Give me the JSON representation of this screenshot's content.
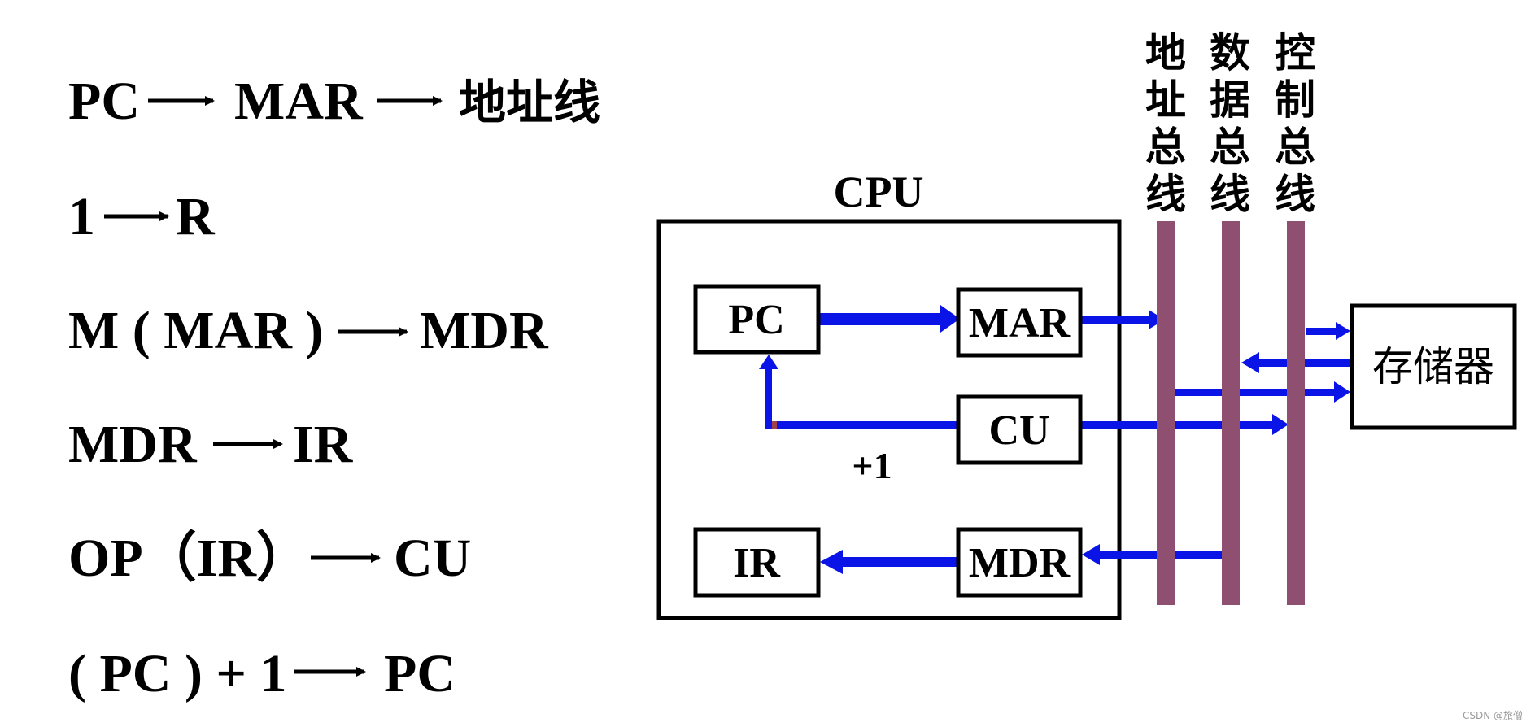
{
  "steps": {
    "s1": {
      "a": "PC",
      "b": "MAR",
      "c": "地址线"
    },
    "s2": {
      "a": "1",
      "b": "R"
    },
    "s3": {
      "a": "M ( MAR )",
      "b": "MDR"
    },
    "s4": {
      "a": "MDR",
      "b": "IR"
    },
    "s5": {
      "a": "OP（IR）",
      "b": "CU"
    },
    "s6": {
      "a": "( PC ) + 1",
      "b": "PC"
    }
  },
  "cpu": {
    "title": "CPU",
    "pc": "PC",
    "mar": "MAR",
    "cu": "CU",
    "ir": "IR",
    "mdr": "MDR",
    "increment": "+1"
  },
  "buses": {
    "address": [
      "地",
      "址",
      "总",
      "线"
    ],
    "data": [
      "数",
      "据",
      "总",
      "线"
    ],
    "control": [
      "控",
      "制",
      "总",
      "线"
    ]
  },
  "memory": "存储器",
  "watermark": "CSDN @旅僧",
  "colors": {
    "flow": "#0a14e6",
    "bus": "#8f4f70",
    "outline": "#000000"
  }
}
